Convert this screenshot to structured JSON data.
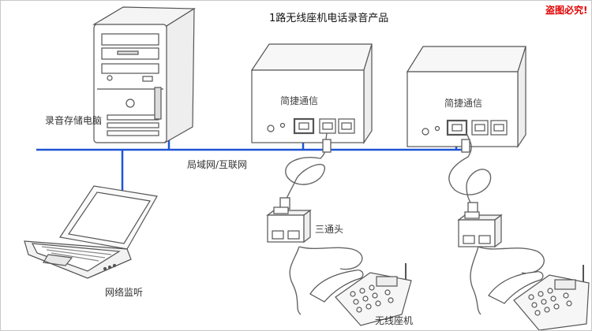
{
  "title": "1路无线座机电话录音产品",
  "watermark": "盗图必究!",
  "nodes": {
    "pc": "录音存储电脑",
    "network": "局域网/互联网",
    "laptop": "网络监听",
    "adapter": "三通头",
    "phone": "无线座机",
    "box_left": "简捷通信",
    "box_right": "简捷通信"
  },
  "colors": {
    "network_line": "#1f55d6",
    "watermark": "#e00000",
    "drawing": "#555555"
  }
}
